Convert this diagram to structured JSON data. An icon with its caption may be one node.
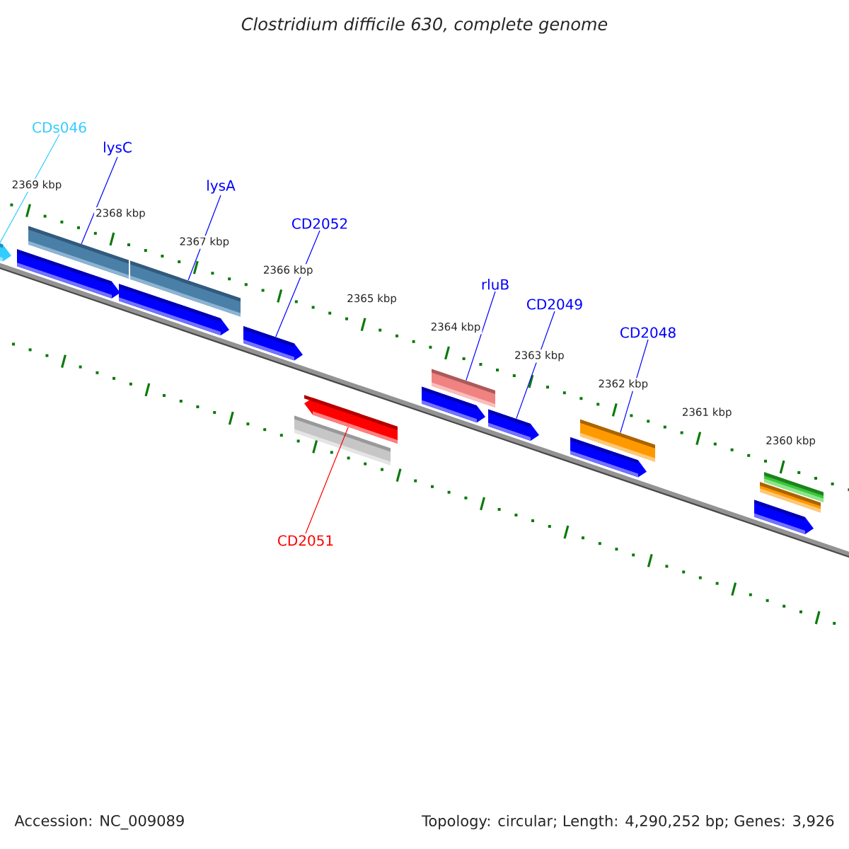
{
  "diagram": {
    "title": "Clostridium difficile 630, complete genome",
    "nodes": [
      {
        "text": [
          "CDs046"
        ]
      },
      {
        "text": [
          "lysC"
        ]
      },
      {
        "text": [
          "lysA"
        ]
      },
      {
        "text": [
          "CD2052"
        ]
      },
      {
        "text": [
          "rluB"
        ]
      },
      {
        "text": [
          "CD2049"
        ]
      },
      {
        "text": [
          "CD2048"
        ]
      },
      {
        "text": [
          "CD2051"
        ]
      },
      {
        "text": [],
        "shape": "arrow"
      },
      {
        "text": [],
        "shape": "arrow"
      },
      {
        "text": [],
        "shape": "bar"
      },
      {
        "text": [],
        "shape": "arrow"
      },
      {
        "text": [],
        "shape": "bar"
      },
      {
        "text": [],
        "shape": "arrow"
      },
      {
        "text": [],
        "shape": "bar"
      },
      {
        "text": [],
        "shape": "arrow"
      },
      {
        "text": [],
        "shape": "arrow"
      },
      {
        "text": [],
        "shape": "bar"
      },
      {
        "text": [],
        "shape": "arrow"
      },
      {
        "text": [],
        "shape": "arrow"
      },
      {
        "text": [],
        "shape": "bar"
      },
      {
        "text": [],
        "shape": "arrow"
      },
      {
        "text": [],
        "shape": "bar"
      },
      {
        "text": [],
        "shape": "bar"
      }
    ],
    "edges": [
      {
        "from": 0,
        "to": 8,
        "arrow": "none",
        "color": "#33ccff"
      },
      {
        "from": 1,
        "to": 10,
        "arrow": "none"
      },
      {
        "from": 2,
        "to": 12,
        "arrow": "none"
      },
      {
        "from": 3,
        "to": 13,
        "arrow": "none"
      },
      {
        "from": 4,
        "to": 17,
        "arrow": "none"
      },
      {
        "from": 5,
        "to": 18,
        "arrow": "none"
      },
      {
        "from": 6,
        "to": 20,
        "arrow": "none"
      },
      {
        "from": 7,
        "to": 15,
        "arrow": "none",
        "color": "#ff0000"
      }
    ],
    "labels": [
      "2369 kbp",
      "2368 kbp",
      "2367 kbp",
      "2366 kbp",
      "2365 kbp",
      "2364 kbp",
      "2363 kbp",
      "2362 kbp",
      "2361 kbp",
      "2360 kbp",
      "Accession: NC_009089",
      "Topology: circular; Length: 4,290,252 bp; Genes: 3,926"
    ]
  }
}
